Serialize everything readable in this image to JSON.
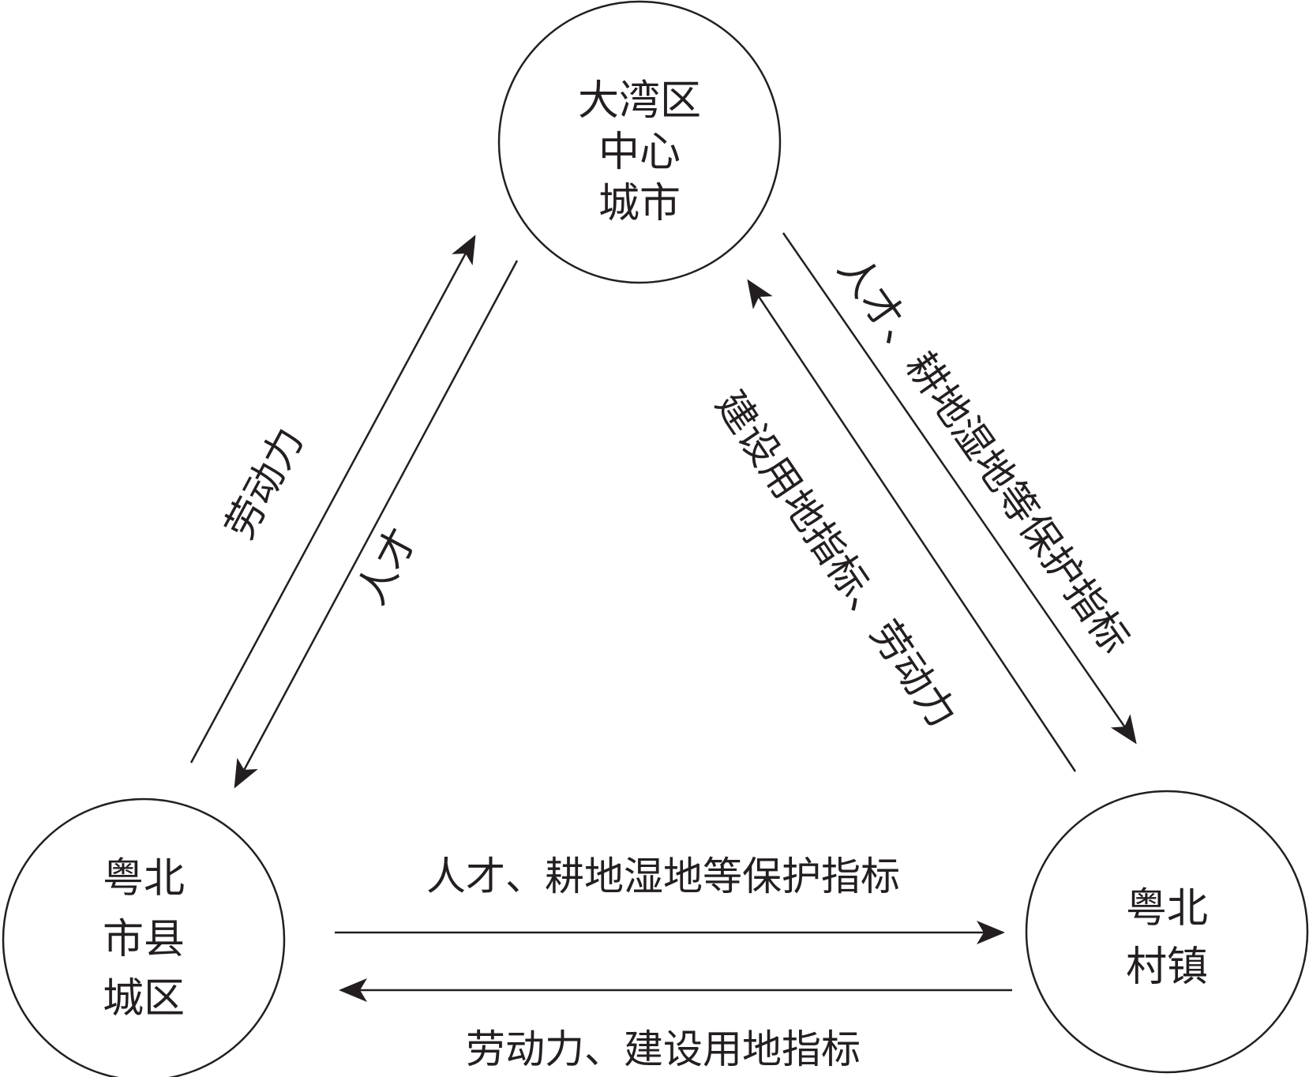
{
  "diagram": {
    "nodes": {
      "center": {
        "lines": [
          "大湾区",
          "中心",
          "城市"
        ]
      },
      "county": {
        "lines": [
          "粤北",
          "市县",
          "城区"
        ]
      },
      "village": {
        "lines": [
          "粤北",
          "村镇"
        ]
      }
    },
    "edges": {
      "county_to_center": "劳动力",
      "center_to_county": "人才",
      "center_to_village": "人才、耕地湿地等保护指标",
      "village_to_center": "建设用地指标、劳动力",
      "county_to_village": "人才、耕地湿地等保护指标",
      "village_to_county": "劳动力、建设用地指标"
    },
    "colors": {
      "ink": "#231f20",
      "background": "#ffffff"
    }
  }
}
